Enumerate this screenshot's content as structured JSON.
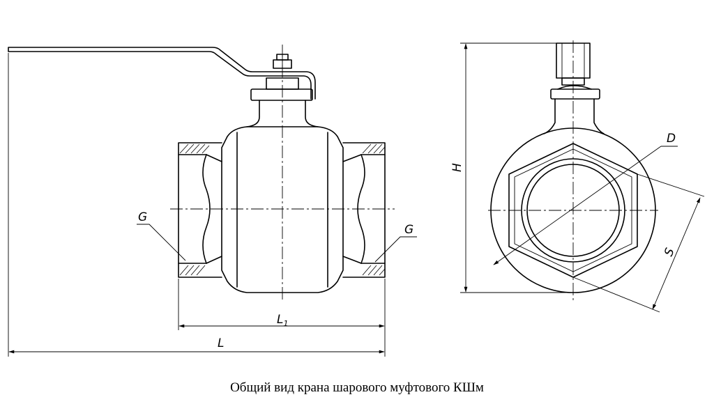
{
  "labels": {
    "g_left": "G",
    "g_right": "G",
    "l1_main": "L",
    "l1_sub": "1",
    "l": "L",
    "h": "H",
    "d": "D",
    "s": "S"
  },
  "caption": "Общий вид крана шарового муфтового КШм"
}
